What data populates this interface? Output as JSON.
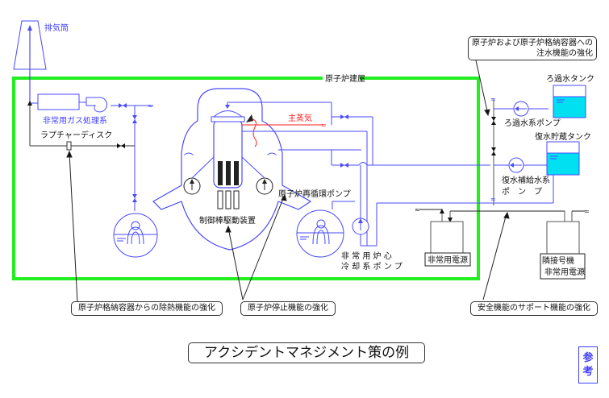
{
  "title": "アクシデントマネジメント策の例",
  "reference_badge": [
    "参",
    "考"
  ],
  "building_label": "原子炉建屋",
  "labels": {
    "exhaust_stack": "排気筒",
    "gas_treatment": "非常用ガス処理系",
    "rupture_disk": "ラプチャーディスク",
    "main_steam": "主蒸気",
    "recirc_pump": "原子炉再循環ポンプ",
    "crd": "制御棒駆動装置",
    "eccs_pump_line1": "非 常 用 炉 心",
    "eccs_pump_line2": "冷 却 系 ポ ン プ",
    "filtered_water_tank": "ろ過水タンク",
    "filtered_water_pump": "ろ過水系ポンプ",
    "condensate_tank": "復水貯蔵タンク",
    "makeup_pump_line1": "復水補給水系",
    "makeup_pump_line2": "ポ　ン　プ",
    "emergency_power": "非常用電源",
    "neighbor_power_line1": "隣接号機",
    "neighbor_power_line2": "非常用電源"
  },
  "callouts": {
    "water_injection_line1": "原子炉および原子炉格納容器への",
    "water_injection_line2": "注水機能の強化",
    "heat_removal": "原子炉格納容器からの除熱機能の強化",
    "shutdown": "原子炉停止機能の強化",
    "safety_support": "安全機能のサポート機能の強化"
  },
  "colors": {
    "building": "#22ee22",
    "piping": "#4a4aff",
    "steam": "#ff2020",
    "water": "#00e0f0",
    "leader": "#222222"
  }
}
